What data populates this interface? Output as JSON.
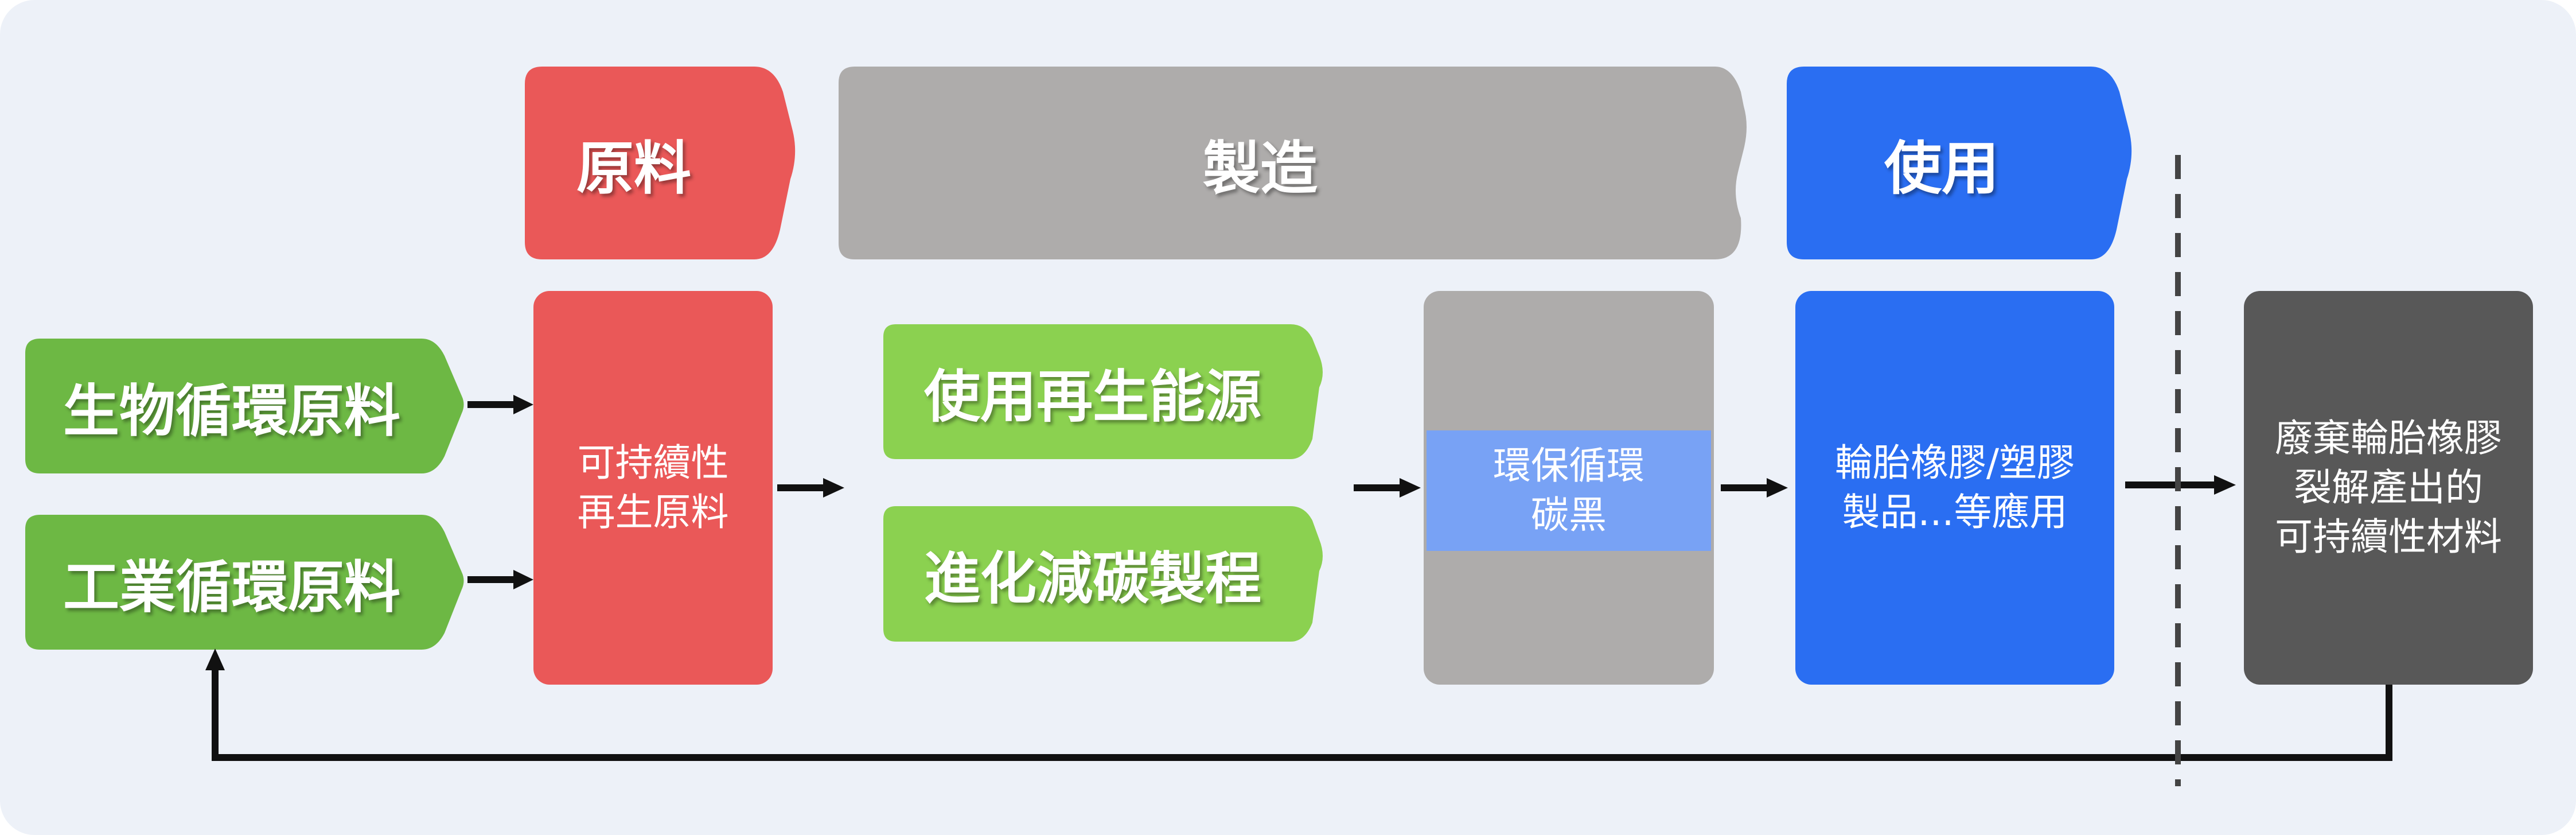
{
  "headers": {
    "raw": "原料",
    "manufacturing": "製造",
    "use": "使用"
  },
  "inputs": {
    "bio": "生物循環原料",
    "industrial": "工業循環原料"
  },
  "boxes": {
    "sustainable": [
      "可持續性",
      "再生原料"
    ],
    "renewable_energy": "使用再生能源",
    "low_carbon_process": "進化減碳製程",
    "carbon_black": [
      "環保循環",
      "碳黑"
    ],
    "products": [
      "輪胎橡膠/塑膠",
      "製品...等應用"
    ],
    "waste": [
      "廢棄輪胎橡膠",
      "裂解產出的",
      "可持續性材料"
    ]
  },
  "colors": {
    "red": "#ea5858",
    "gray": "#aeacab",
    "blue": "#2a6ef2",
    "light_blue": "#78a2f5",
    "green": "#6db844",
    "lime": "#8bd150",
    "dark": "#585858",
    "arrow": "#111111",
    "background": "#edf1f8"
  }
}
